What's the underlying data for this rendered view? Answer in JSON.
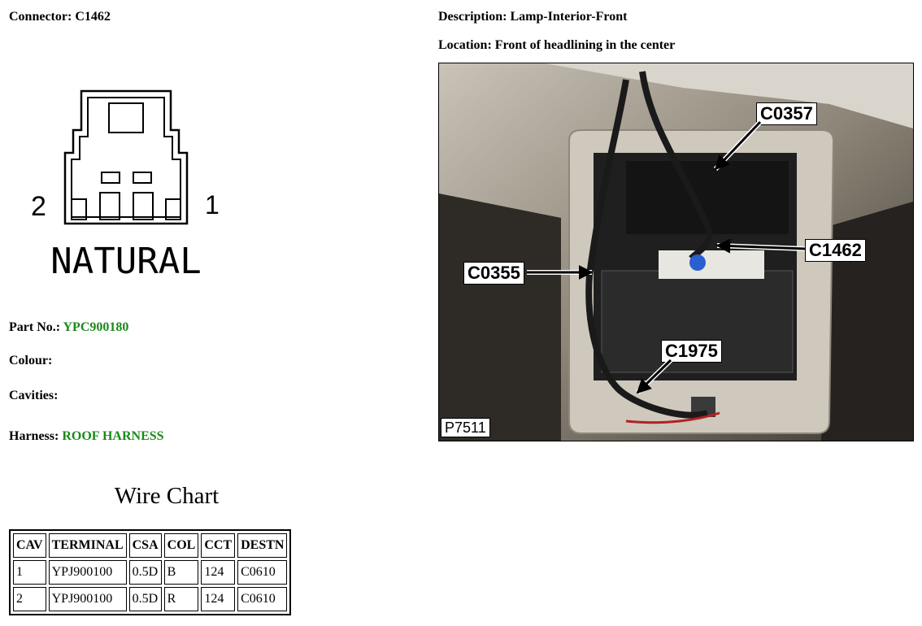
{
  "connector": {
    "label": "Connector:",
    "value": "C1462"
  },
  "description": {
    "label": "Description:",
    "value": "Lamp-Interior-Front"
  },
  "location": {
    "label": "Location:",
    "value": "Front of headlining in the center"
  },
  "pinout": {
    "pin_left": "2",
    "pin_right": "1",
    "colour_text": "NATURAL"
  },
  "part": {
    "label": "Part No.:",
    "value": "YPC900180"
  },
  "colour": {
    "label": "Colour:",
    "value": ""
  },
  "cavities": {
    "label": "Cavities:",
    "value": ""
  },
  "harness": {
    "label": "Harness:",
    "value": "ROOF HARNESS"
  },
  "wire_chart": {
    "title": "Wire Chart",
    "headers": [
      "CAV",
      "TERMINAL",
      "CSA",
      "COL",
      "CCT",
      "DESTN"
    ],
    "rows": [
      [
        "1",
        "YPJ900100",
        "0.5D",
        "B",
        "124",
        "C0610"
      ],
      [
        "2",
        "YPJ900100",
        "0.5D",
        "R",
        "124",
        "C0610"
      ]
    ]
  },
  "photo": {
    "callouts": [
      "C0357",
      "C1462",
      "C0355",
      "C1975"
    ],
    "photo_id": "P7511"
  },
  "colors": {
    "green": "#1a8a1a"
  }
}
